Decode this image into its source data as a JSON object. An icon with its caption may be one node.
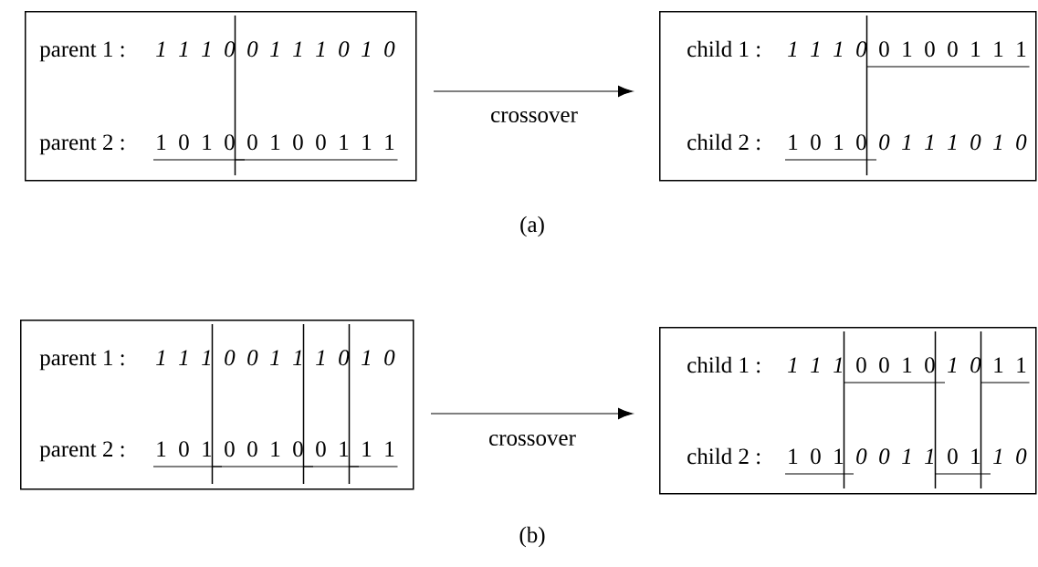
{
  "diagram": {
    "nodes": [
      {
        "text": [
          "parent 1 :",
          "1 1 1 0",
          "0 1 1 1 0 1 0",
          "parent 2 :",
          "1 0 1 0",
          "0 1 0 0 1 1 1"
        ]
      },
      {
        "text": [
          "child 1 :",
          "1 1 1 0",
          "0 1 0 0 1 1 1",
          "child 2 :",
          "1 0 1 0",
          "0 1 1 1 0 1 0"
        ]
      },
      {
        "text": [
          "parent 1 :",
          "1 1 1",
          "0 0 1 1",
          "1 0",
          "1 0",
          "parent 2 :",
          "1 0 1",
          "0 0 1 0",
          "0 1",
          "1 1"
        ]
      },
      {
        "text": [
          "child 1 :",
          "1 1 1",
          "0 0 1 0",
          "1 0",
          "1 1",
          "child 2 :",
          "1 0 1",
          "0 0 1 1",
          "0 1",
          "1 0"
        ]
      }
    ],
    "edges": [
      {
        "from": 0,
        "to": 1,
        "arrow": "to",
        "label": "crossover"
      },
      {
        "from": 2,
        "to": 3,
        "arrow": "to",
        "label": "crossover"
      }
    ],
    "labels": [
      "(a)",
      "(b)"
    ]
  }
}
